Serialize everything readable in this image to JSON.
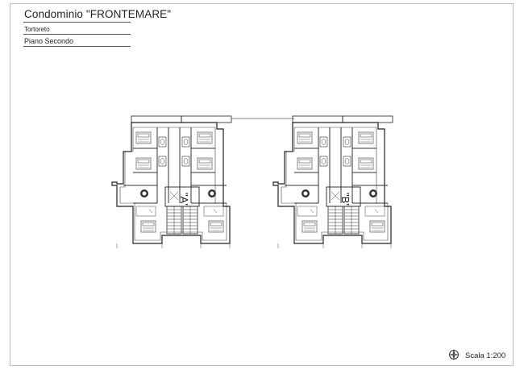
{
  "header": {
    "title": "Condominio \"FRONTEMARE\"",
    "location": "Tortoreto",
    "floor": "Piano Secondo"
  },
  "plan": {
    "building_a_label": "\"A\"",
    "building_b_label": "\"B\""
  },
  "footer": {
    "scale": "Scala 1:200",
    "compass_icon": "compass-rose-icon"
  }
}
